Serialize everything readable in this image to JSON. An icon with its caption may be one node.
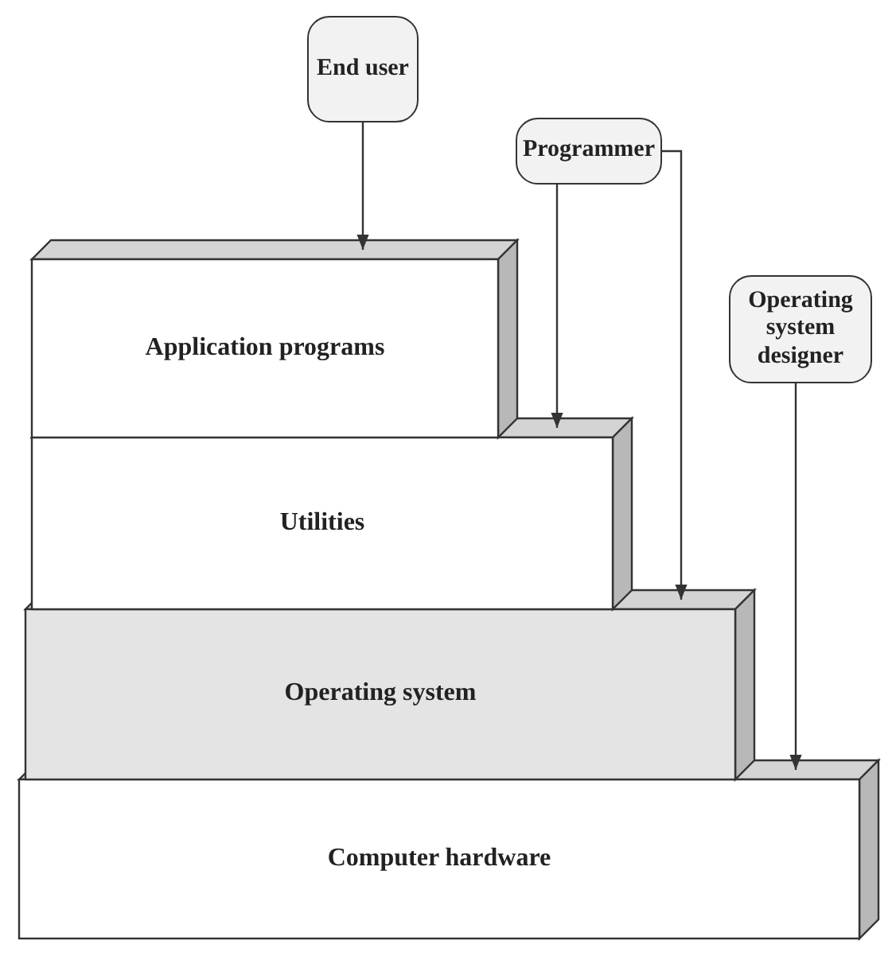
{
  "diagram": {
    "nodes": [
      {
        "text": [
          "End user"
        ]
      },
      {
        "text": [
          "Programmer"
        ]
      },
      {
        "text": [
          "Operating system designer"
        ]
      },
      {
        "text": [
          "Application programs"
        ]
      },
      {
        "text": [
          "Utilities"
        ]
      },
      {
        "text": [
          "Operating system"
        ]
      },
      {
        "text": [
          "Computer hardware"
        ]
      }
    ],
    "edges": [
      {
        "from": 0,
        "to": 3,
        "arrow": "to"
      },
      {
        "from": 1,
        "to": 4,
        "arrow": "to"
      },
      {
        "from": 1,
        "to": 5,
        "arrow": "to"
      },
      {
        "from": 2,
        "to": 6,
        "arrow": "to"
      }
    ]
  }
}
